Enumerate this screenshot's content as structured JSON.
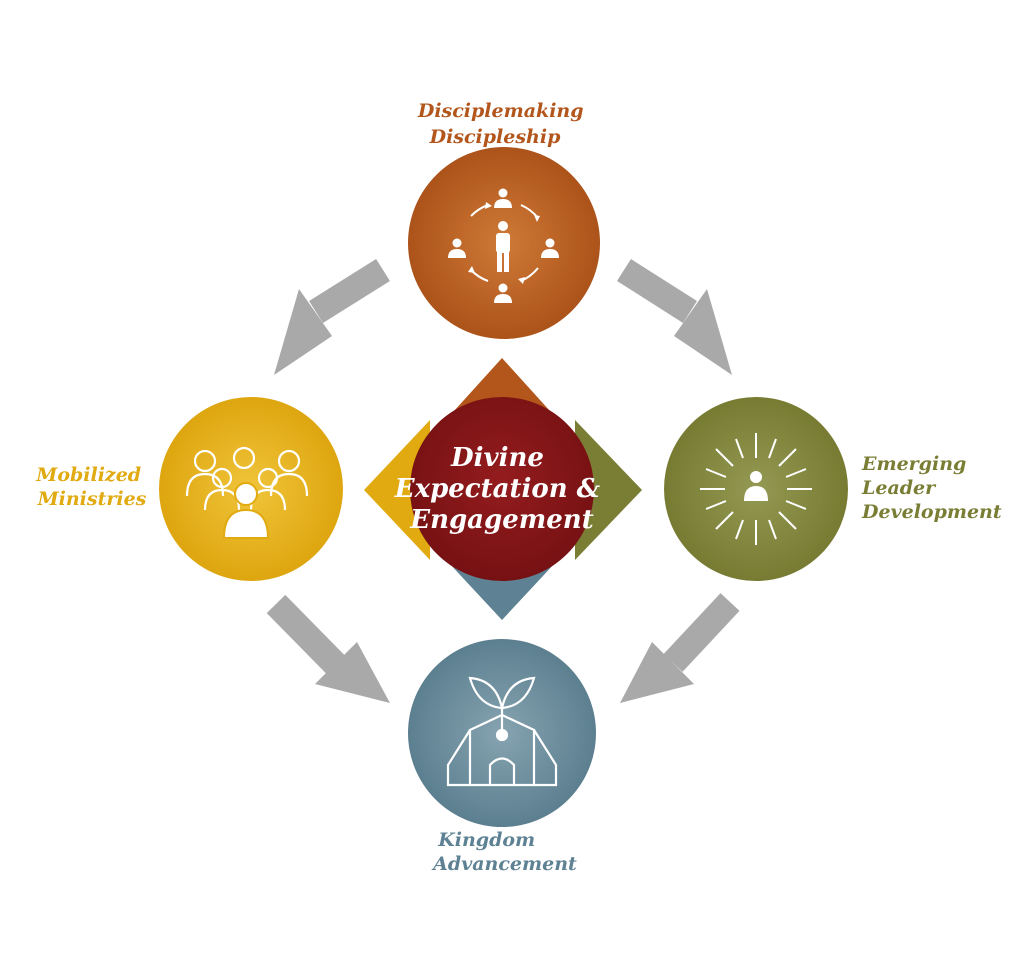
{
  "colors": {
    "top": "#b3561c",
    "left": "#e0aa10",
    "right": "#7a7e35",
    "bottom": "#5e8293",
    "center": "#7e1416",
    "arrow": "#a9a9a9",
    "white": "#ffffff"
  },
  "center": {
    "lines": [
      "Divine",
      "Expectation &",
      "Engagement"
    ]
  },
  "nodes": {
    "top": {
      "lines": [
        "Disciplemaking",
        "Discipleship"
      ],
      "icon": "disciple-cycle-icon"
    },
    "left": {
      "lines": [
        "Mobilized",
        "Ministries"
      ],
      "icon": "group-people-icon"
    },
    "right": {
      "lines": [
        "Emerging",
        "Leader",
        "Development"
      ],
      "icon": "radiant-person-icon"
    },
    "bottom": {
      "lines": [
        "Kingdom",
        "Advancement"
      ],
      "icon": "sprouting-house-icon"
    }
  },
  "arrows": [
    "top-to-left",
    "top-to-right",
    "left-to-bottom",
    "right-to-bottom"
  ]
}
